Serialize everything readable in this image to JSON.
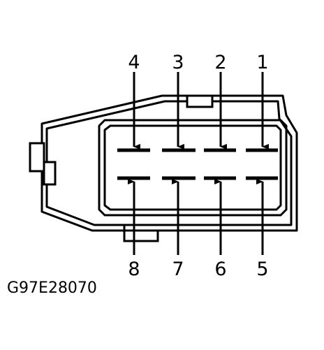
{
  "figure_id": "G97E28070",
  "pins": {
    "top": [
      "4",
      "3",
      "2",
      "1"
    ],
    "bottom": [
      "8",
      "7",
      "6",
      "5"
    ]
  },
  "colors": {
    "line": "#000000",
    "background": "#ffffff"
  }
}
